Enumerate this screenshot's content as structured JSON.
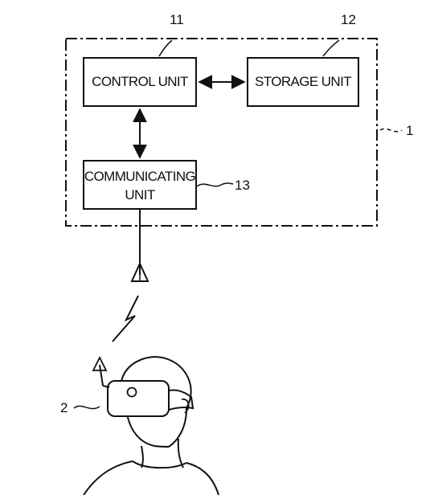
{
  "blocks": {
    "control_unit": {
      "label": "CONTROL UNIT",
      "ref": "11"
    },
    "storage_unit": {
      "label": "STORAGE UNIT",
      "ref": "12"
    },
    "communicating_unit": {
      "label_line1": "COMMUNICATING",
      "label_line2": "UNIT",
      "ref": "13"
    }
  },
  "device_ref": "1",
  "user_ref": "2"
}
